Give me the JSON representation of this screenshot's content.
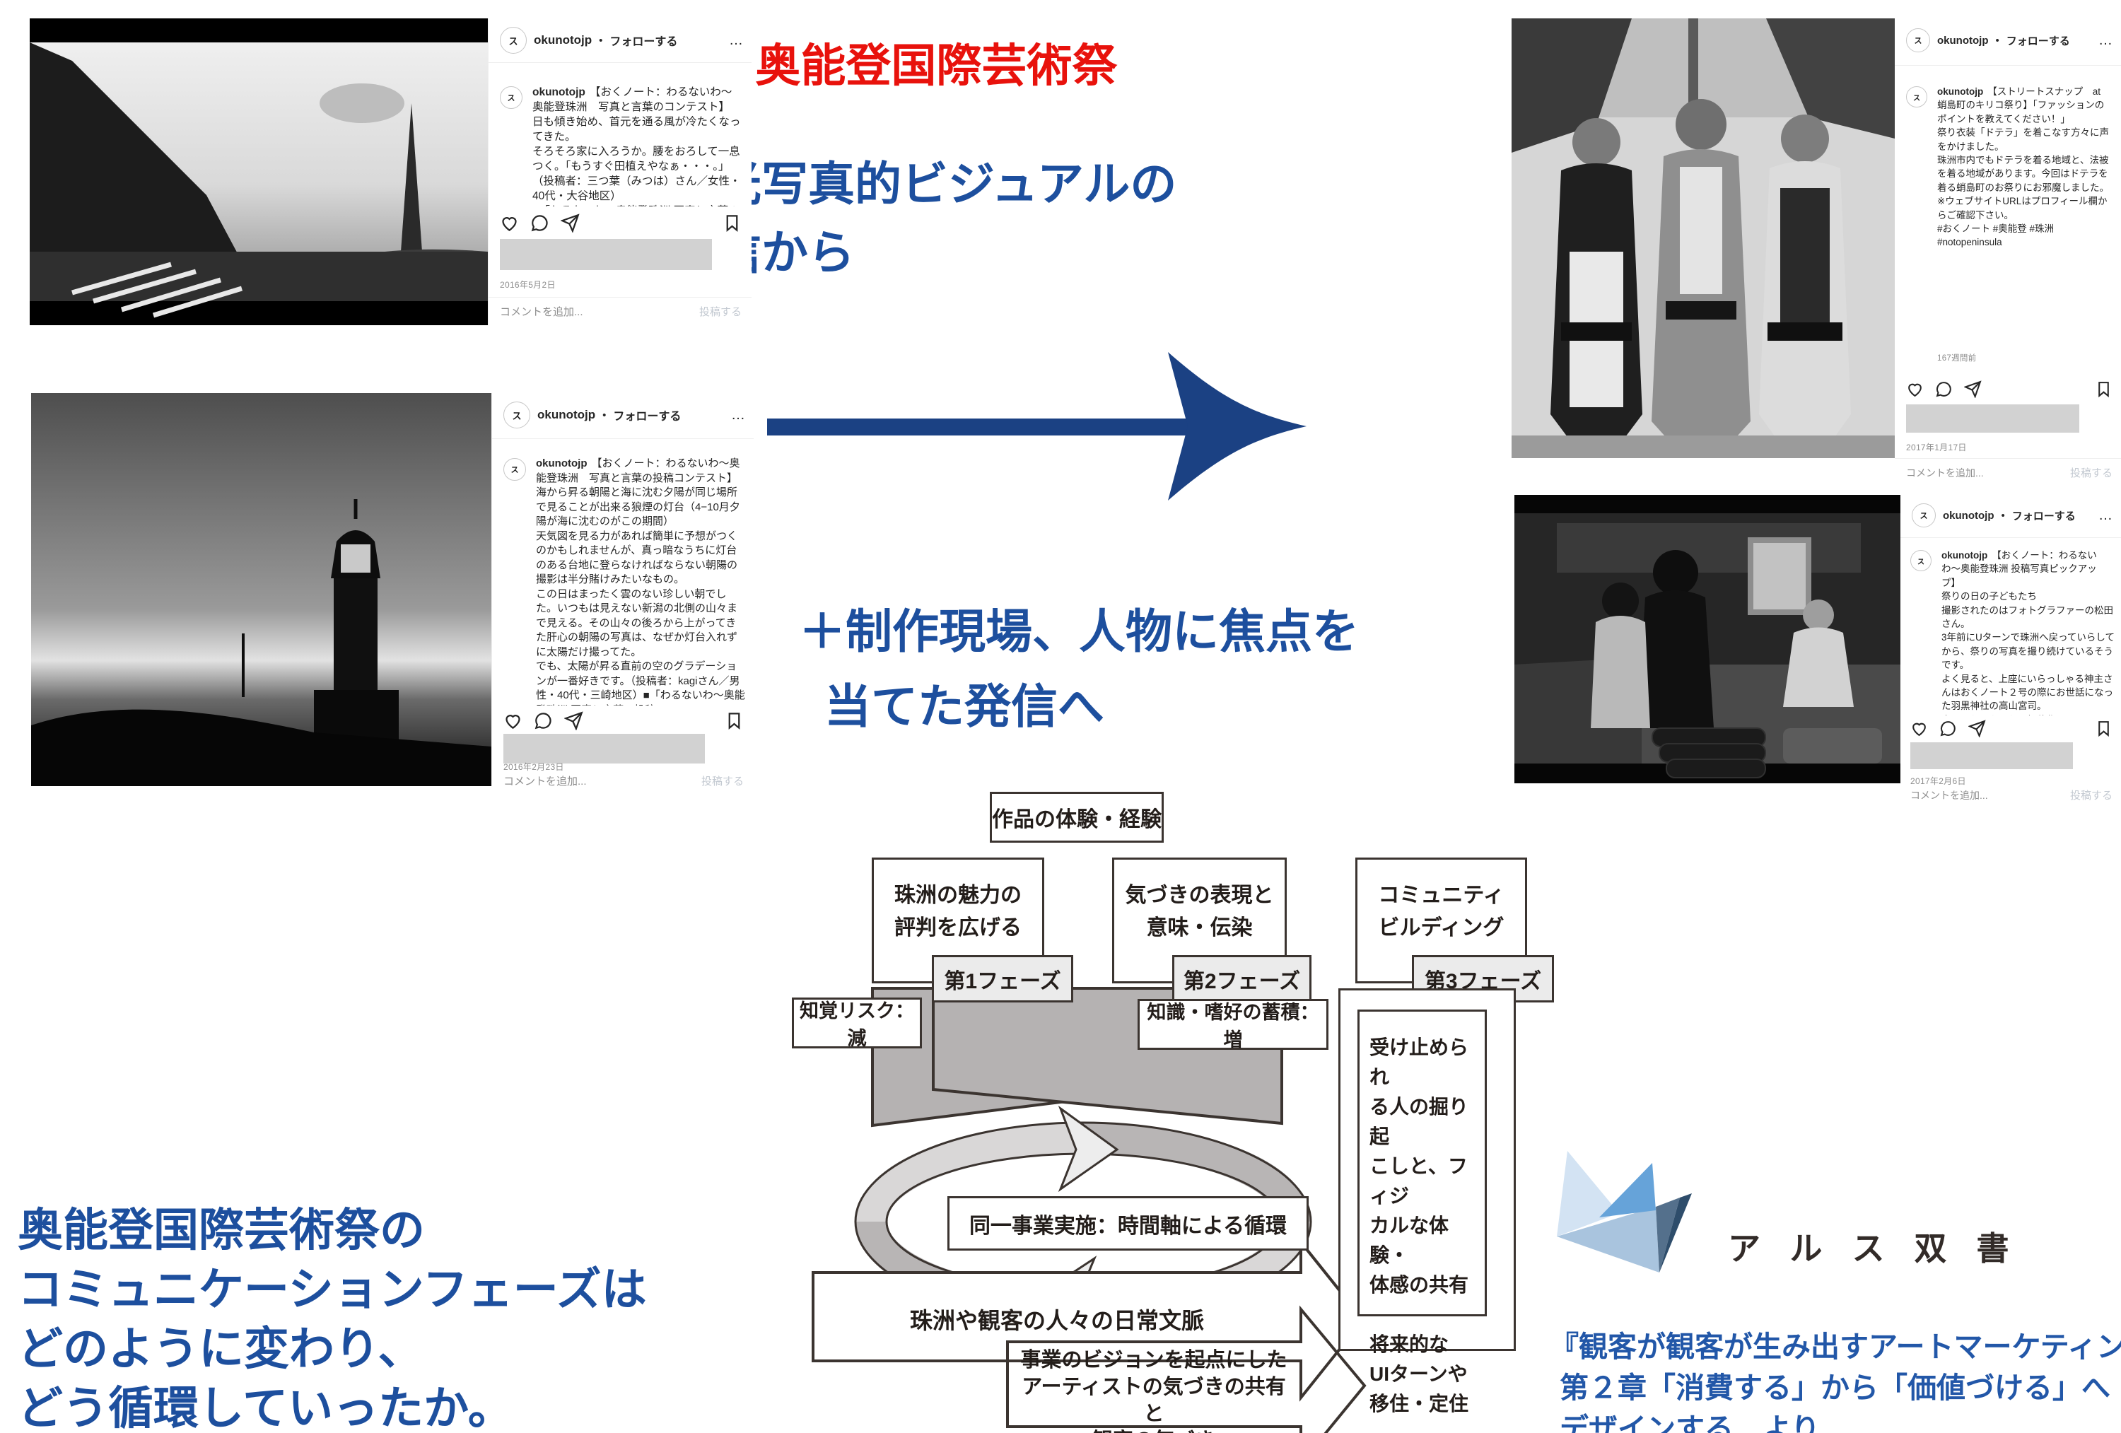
{
  "colors": {
    "accent_red": "#e8120c",
    "headline_blue": "#1d4f9e",
    "arrow_navy": "#1b4183",
    "citation_blue": "#2257a8",
    "diagram_gray": "#b5b2b2"
  },
  "header": {
    "hashtag_title": "# 奥能登国際芸術祭"
  },
  "annotations": {
    "from_line1": "観光写真的ビジュアルの",
    "from_line2": "発信から",
    "to_line1": "＋制作現場、人物に焦点を",
    "to_line2": "当てた発信へ"
  },
  "question": {
    "line1": "奥能登国際芸術祭の",
    "line2": "コミュニケーションフェーズは",
    "line3": "どのように変わり、",
    "line4": "どう循環していったか。"
  },
  "icons": {
    "more": "…",
    "avatar_glyph": "ス"
  },
  "posts": [
    {
      "username": "okunotojp",
      "bullet": "•",
      "follow": "フォローする",
      "caption": "【おくノート：わるないわ〜奥能登珠洲　写真と言葉のコンテスト】\n日も傾き始め、首元を通る風が冷たくなってきた。\nそろそろ家に入ろうか。腰をおろして一息つく。「もうすぐ田植えやなぁ・・・。」（投稿者：三つ葉（みつは）さん／女性・　40代・大谷地区）\n■「わるないわ〜奥能登珠洲 写真と言葉の投稿コンテスト」",
      "date": "2016年5月2日",
      "add_comment": "コメントを追加...",
      "post_button": "投稿する"
    },
    {
      "username": "okunotojp",
      "bullet": "•",
      "follow": "フォローする",
      "caption": "【おくノート：わるないわ〜奥能登珠洲　写真と言葉の投稿コンテスト】　海から昇る朝陽と海に沈む夕陽が同じ場所で見ることが出来る狼煙の灯台（4−10月夕陽が海に沈むのがこの期間）\n天気図を見る力があれば簡単に予想がつくのかもしれませんが、真っ暗なうちに灯台のある台地に登らなければならない朝陽の撮影は半分賭けみたいなもの。\nこの日はまったく雲のない珍しい朝でした。いつもは見えない新潟の北側の山々まで見える。その山々の後ろから上がってきた肝心の朝陽の写真は、なぜか灯台入れずに太陽だけ撮ってた。\nでも、太陽が昇る直前の空のグラデーションが一番好きです。（投稿者：kagiさん／男性・40代・三崎地区）■「わるないわ〜奥能登珠洲 写真と言葉の投稿コ",
      "date": "2016年2月23日",
      "add_comment": "コメントを追加...",
      "post_button": "投稿する"
    },
    {
      "username": "okunotojp",
      "bullet": "•",
      "follow": "フォローする",
      "caption": "【ストリートスナップ　at 蛸島町のキリコ祭り】「ファッションのポイントを教えてください！」\n祭り衣装「ドテラ」を着こなす方々に声をかけました。\n珠洲市内でもドテラを着る地域と、法被を着る地域があります。今回はドテラを着る蛸島町のお祭りにお邪魔しました。\n※ウェブサイトURLはプロフィール欄からご確認下さい。\n#おくノート #奥能登 #珠洲\n#notopeninsula",
      "weeks_ago": "167週間前",
      "date": "2017年1月17日",
      "add_comment": "コメントを追加...",
      "post_button": "投稿する"
    },
    {
      "username": "okunotojp",
      "bullet": "•",
      "follow": "フォローする",
      "caption": "【おくノート：わるないわ〜奥能登珠洲 投稿写真ピックアップ】\n祭りの日の子どもたち\n撮影されたのはフォトグラファーの松田さん。\n3年前にUターンで珠洲へ戻っていらしてから、祭りの写真を撮り続けているそうです。\nよく見ると、上座にいらっしゃる神主さんはおくノート２号の際にお世話になった羽黒神社の高山宮司。\n実は、わるないわ〜投稿作品のいくつか",
      "date": "2017年2月6日",
      "add_comment": "コメントを追加...",
      "post_button": "投稿する"
    }
  ],
  "diagram": {
    "top_box": "作品の体験・経験",
    "phases": [
      {
        "title": "珠洲の魅力の\n評判を広げる",
        "label": "第1フェーズ"
      },
      {
        "title": "気づきの表現と\n意味・伝染",
        "label": "第2フェーズ"
      },
      {
        "title": "コミュニティ\nビルディング",
        "label": "第3フェーズ"
      }
    ],
    "risk_label": "知覚リスク：減",
    "knowledge_label": "知識・嗜好の蓄積：増",
    "cycle_label": "同一事業実施：時間軸による循環",
    "context_arrow": "珠洲や観客の人々の日常文脈",
    "vision_arrow": "事業のビジョンを起点にした\nアーティストの気づきの共有と\n観客の気づき",
    "outcome_box": "受け止められ\nる人の掘り起\nこしと、フィジ\nカルな体験・\n体感の共有\n\n将来的な\nUIターンや\n移住・定住"
  },
  "publisher": {
    "logo_text": "アルス双書",
    "citation_line1": "『観客が観客が生み出すアートマーケティング』",
    "citation_line2": "第２章「消費する」から「価値づける」へ",
    "citation_line3": "デザインする　より"
  }
}
